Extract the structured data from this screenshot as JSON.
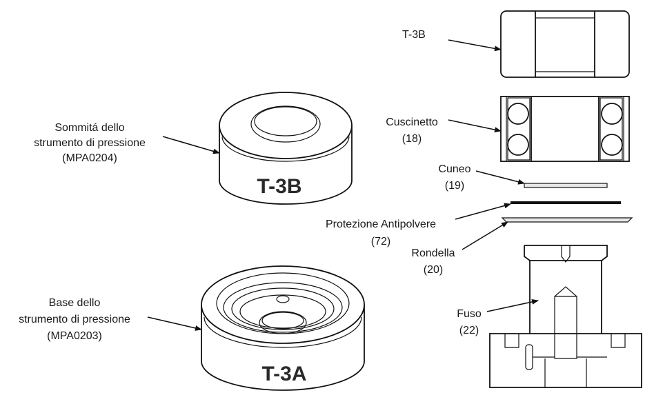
{
  "labels": {
    "top_tool": {
      "line1": "Sommitá dello",
      "line2": "strumento di pressione",
      "line3": "(MPA0204)"
    },
    "base_tool": {
      "line1": "Base dello",
      "line2": "strumento di pressione",
      "line3": "(MPA0203)"
    },
    "t3b": "T-3B",
    "bearing": {
      "line1": "Cuscinetto",
      "line2": "(18)"
    },
    "wedge": {
      "line1": "Cuneo",
      "line2": "(19)"
    },
    "dust_shield": {
      "line1": "Protezione Antipolvere",
      "line2": "(72)"
    },
    "washer": {
      "line1": "Rondella",
      "line2": "(20)"
    },
    "spindle": {
      "line1": "Fuso",
      "line2": "(22)"
    }
  },
  "stamps": {
    "top_tool": "T-3B",
    "base_tool": "T-3A"
  }
}
